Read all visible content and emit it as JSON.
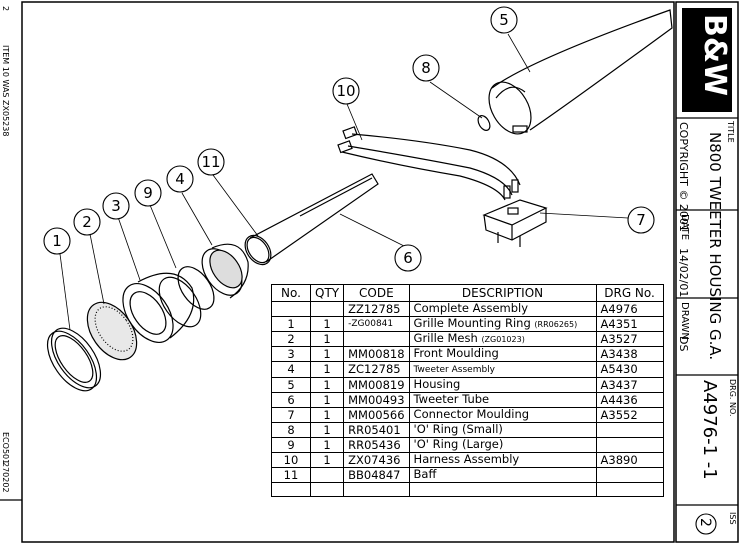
{
  "title_block": {
    "logo": "B&W",
    "title_label": "TITLE",
    "title": "N800 TWEETER HOUSING G.A.",
    "copyright": "COPYRIGHT © 2001",
    "date_label": "DATE",
    "date": "14/02/01",
    "drawn_label": "DRAWN",
    "drawn": "DS",
    "drg_no_label": "DRG. NO.",
    "drg_no": "A4976-1 -1",
    "iss_label": "ISS",
    "issue": "2"
  },
  "left_strip": {
    "page": "2",
    "note": "ITEM 10 WAS ZX05238",
    "ecn_label": "ECO501",
    "ecn_date": "270202"
  },
  "balloons": [
    "1",
    "2",
    "3",
    "9",
    "4",
    "11",
    "6",
    "10",
    "8",
    "5",
    "7"
  ],
  "bom": {
    "headers": [
      "No.",
      "QTY",
      "CODE",
      "DESCRIPTION",
      "DRG No."
    ],
    "rows": [
      {
        "no": "",
        "qty": "",
        "code": "ZZ12785",
        "desc": "Complete Assembly",
        "ref": "",
        "drg": "A4976"
      },
      {
        "no": "1",
        "qty": "1",
        "code": "-ZG00841",
        "desc": "Grille Mounting Ring",
        "ref": "(RR06265)",
        "drg": "A4351"
      },
      {
        "no": "2",
        "qty": "1",
        "code": "",
        "desc": "Grille Mesh",
        "ref": "(ZG01023)",
        "drg": "A3527"
      },
      {
        "no": "3",
        "qty": "1",
        "code": "MM00818",
        "desc": "Front Moulding",
        "ref": "",
        "drg": "A3438"
      },
      {
        "no": "4",
        "qty": "1",
        "code": "ZC12785",
        "desc": "Tweeter Assembly",
        "ref": "",
        "drg": "A5430"
      },
      {
        "no": "5",
        "qty": "1",
        "code": "MM00819",
        "desc": "Housing",
        "ref": "",
        "drg": "A3437"
      },
      {
        "no": "6",
        "qty": "1",
        "code": "MM00493",
        "desc": "Tweeter Tube",
        "ref": "",
        "drg": "A4436"
      },
      {
        "no": "7",
        "qty": "1",
        "code": "MM00566",
        "desc": "Connector Moulding",
        "ref": "",
        "drg": "A3552"
      },
      {
        "no": "8",
        "qty": "1",
        "code": "RR05401",
        "desc": "'O' Ring (Small)",
        "ref": "",
        "drg": ""
      },
      {
        "no": "9",
        "qty": "1",
        "code": "RR05436",
        "desc": "'O' Ring (Large)",
        "ref": "",
        "drg": ""
      },
      {
        "no": "10",
        "qty": "1",
        "code": "ZX07436",
        "desc": "Harness Assembly",
        "ref": "",
        "drg": "A3890"
      },
      {
        "no": "11",
        "qty": "",
        "code": "BB04847",
        "desc": "Baff",
        "ref": "",
        "drg": ""
      },
      {
        "no": "",
        "qty": "",
        "code": "",
        "desc": "",
        "ref": "",
        "drg": ""
      }
    ]
  }
}
